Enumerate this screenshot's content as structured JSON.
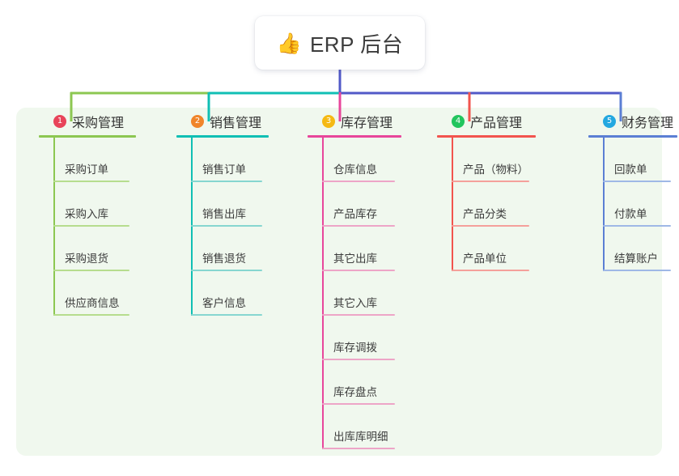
{
  "root": {
    "icon": "thumbs-up-icon",
    "emoji": "👍",
    "title": "ERP 后台"
  },
  "palette": {
    "panel_bg": "#f0f8ee",
    "page_bg": "#ffffff",
    "root_trunk": "#5159c7",
    "trunk_green": "#7cc24a",
    "trunk_teal": "#13bfa6",
    "trunk_blue": "#5159c7"
  },
  "branches": [
    {
      "index": "1",
      "title": "采购管理",
      "badge_color": "#e8445a",
      "line_color": "#8cc751",
      "leaf_line_color": "#b6dd8e",
      "items": [
        {
          "label": "采购订单"
        },
        {
          "label": "采购入库"
        },
        {
          "label": "采购退货"
        },
        {
          "label": "供应商信息"
        }
      ]
    },
    {
      "index": "2",
      "title": "销售管理",
      "badge_color": "#f0852a",
      "line_color": "#10bfb4",
      "leaf_line_color": "#86d6d0",
      "items": [
        {
          "label": "销售订单"
        },
        {
          "label": "销售出库"
        },
        {
          "label": "销售退货"
        },
        {
          "label": "客户信息"
        }
      ]
    },
    {
      "index": "3",
      "title": "库存管理",
      "badge_color": "#f5b914",
      "line_color": "#e8469b",
      "leaf_line_color": "#eda5c7",
      "items": [
        {
          "label": "仓库信息"
        },
        {
          "label": "产品库存"
        },
        {
          "label": "其它出库"
        },
        {
          "label": "其它入库"
        },
        {
          "label": "库存调拨"
        },
        {
          "label": "库存盘点"
        },
        {
          "label": "出库库明细"
        }
      ]
    },
    {
      "index": "4",
      "title": "产品管理",
      "badge_color": "#22c55e",
      "line_color": "#f2544e",
      "leaf_line_color": "#f5a09b",
      "items": [
        {
          "label": "产品（物料）"
        },
        {
          "label": "产品分类"
        },
        {
          "label": "产品单位"
        }
      ]
    },
    {
      "index": "5",
      "title": "财务管理",
      "badge_color": "#23a8e0",
      "line_color": "#5b7fd4",
      "leaf_line_color": "#9fb8e6",
      "items": [
        {
          "label": "回款单"
        },
        {
          "label": "付款单"
        },
        {
          "label": "结算账户"
        }
      ]
    }
  ]
}
